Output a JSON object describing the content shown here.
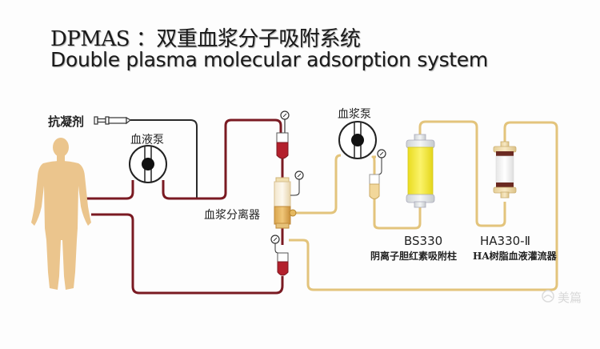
{
  "title": {
    "line1": "DPMAS ：双重血浆分子吸附系统",
    "line2": "Double plasma molecular adsorption system"
  },
  "labels": {
    "anticoagulant": "抗凝剂",
    "blood_pump": "血液泵",
    "plasma_pump": "血浆泵",
    "plasma_separator": "血浆分离器"
  },
  "columns": [
    {
      "code": "BS330",
      "desc": "阴离子胆红素吸附柱"
    },
    {
      "code": "HA330-Ⅱ",
      "desc": "HA树脂血液灌流器"
    }
  ],
  "watermark": "美篇",
  "colors": {
    "blood_line": "#7a1a22",
    "plasma_line": "#e0c27a",
    "anticoagulant_line": "#222222",
    "body": "#ebc58d",
    "bs330_fill": "#f5ea3a",
    "ha_band": "#6b2a22"
  }
}
